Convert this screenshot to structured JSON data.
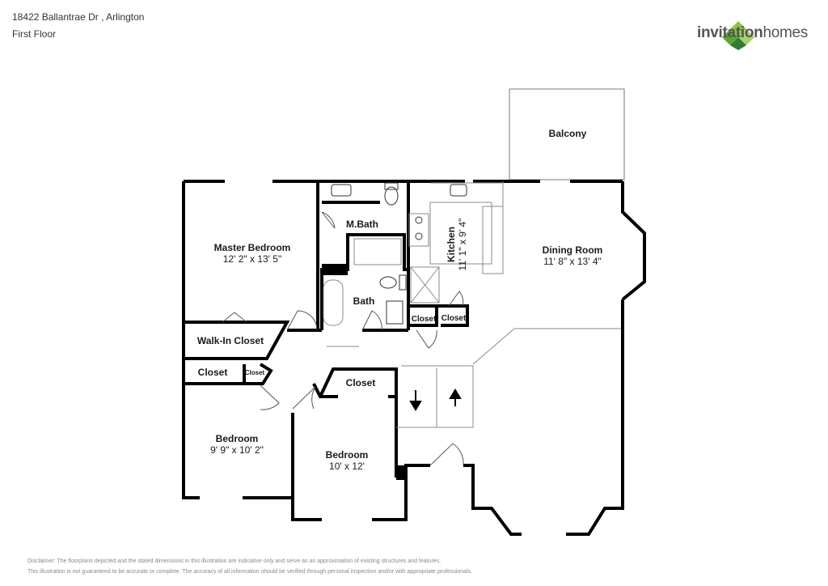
{
  "header": {
    "address": "18422 Ballantrae Dr , Arlington",
    "floor": "First Floor"
  },
  "brand": {
    "name_bold": "invitation",
    "name_rest": "homes",
    "colors": [
      "#5aa832",
      "#8cc63f",
      "#2e7d32",
      "#a5d46a"
    ]
  },
  "rooms": {
    "balcony": {
      "name": "Balcony"
    },
    "master_bedroom": {
      "name": "Master Bedroom",
      "dims": "12' 2\" x 13' 5\""
    },
    "master_bath": {
      "name": "M.Bath"
    },
    "kitchen": {
      "name": "Kitchen",
      "dims": "11' 1\" x 9' 4\""
    },
    "dining_room": {
      "name": "Dining Room",
      "dims": "11' 8\" x 13' 4\""
    },
    "bath": {
      "name": "Bath"
    },
    "closet_kitchen_1": {
      "name": "Closet"
    },
    "closet_kitchen_2": {
      "name": "Closet"
    },
    "walk_in_closet": {
      "name": "Walk-In Closet"
    },
    "closet_left": {
      "name": "Closet"
    },
    "closet_small": {
      "name": "Closet"
    },
    "closet_bedroom2": {
      "name": "Closet"
    },
    "bedroom_1": {
      "name": "Bedroom",
      "dims": "9' 9\" x 10' 2\""
    },
    "bedroom_2": {
      "name": "Bedroom",
      "dims": "10' x 12'"
    }
  },
  "disclaimer": {
    "line1": "Disclaimer: The floorplans depicted and the stated dimensions in this illustration are indicative only and serve as an approximation of existing structures and features.",
    "line2": "This illustration is not guaranteed to be accurate or complete. The accuracy of all information should be verified through personal inspection and/or with appropriate professionals."
  }
}
